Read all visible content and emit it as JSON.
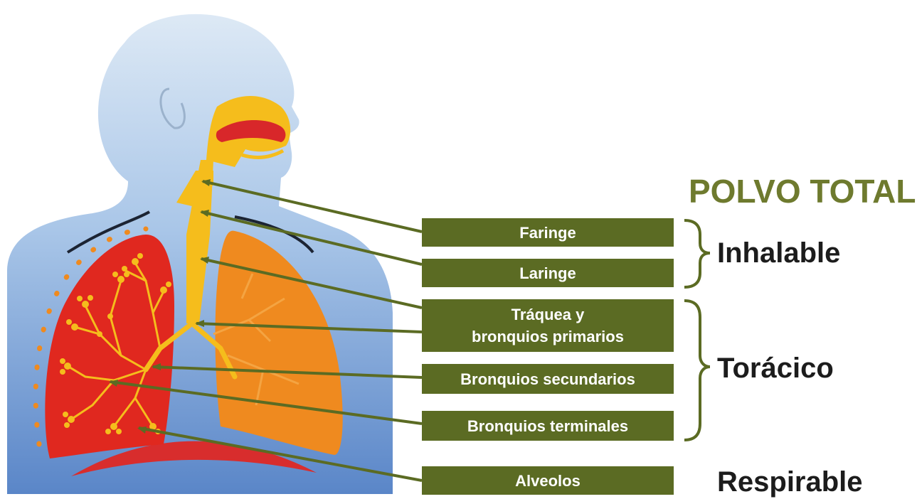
{
  "title": "POLVO TOTAL",
  "regions": [
    {
      "key": "faringe",
      "lines": [
        "Faringe"
      ]
    },
    {
      "key": "laringe",
      "lines": [
        "Laringe"
      ]
    },
    {
      "key": "traquea",
      "lines": [
        "Tráquea y",
        "bronquios primarios"
      ]
    },
    {
      "key": "bsec",
      "lines": [
        "Bronquios secundarios"
      ]
    },
    {
      "key": "bterm",
      "lines": [
        "Bronquios terminales"
      ]
    },
    {
      "key": "alveolos",
      "lines": [
        "Alveolos"
      ]
    }
  ],
  "categories": {
    "inhalable": "Inhalable",
    "toracico": "Torácico",
    "respirable": "Respirable"
  },
  "colors": {
    "box": "#5b6b23",
    "title": "#6e7a2e",
    "airway": "#f5bd1c",
    "lung_left": "#e0281f",
    "lung_right": "#ef8a1f",
    "body_top": "#dbe8f4",
    "body_bottom": "#5b86c7"
  }
}
